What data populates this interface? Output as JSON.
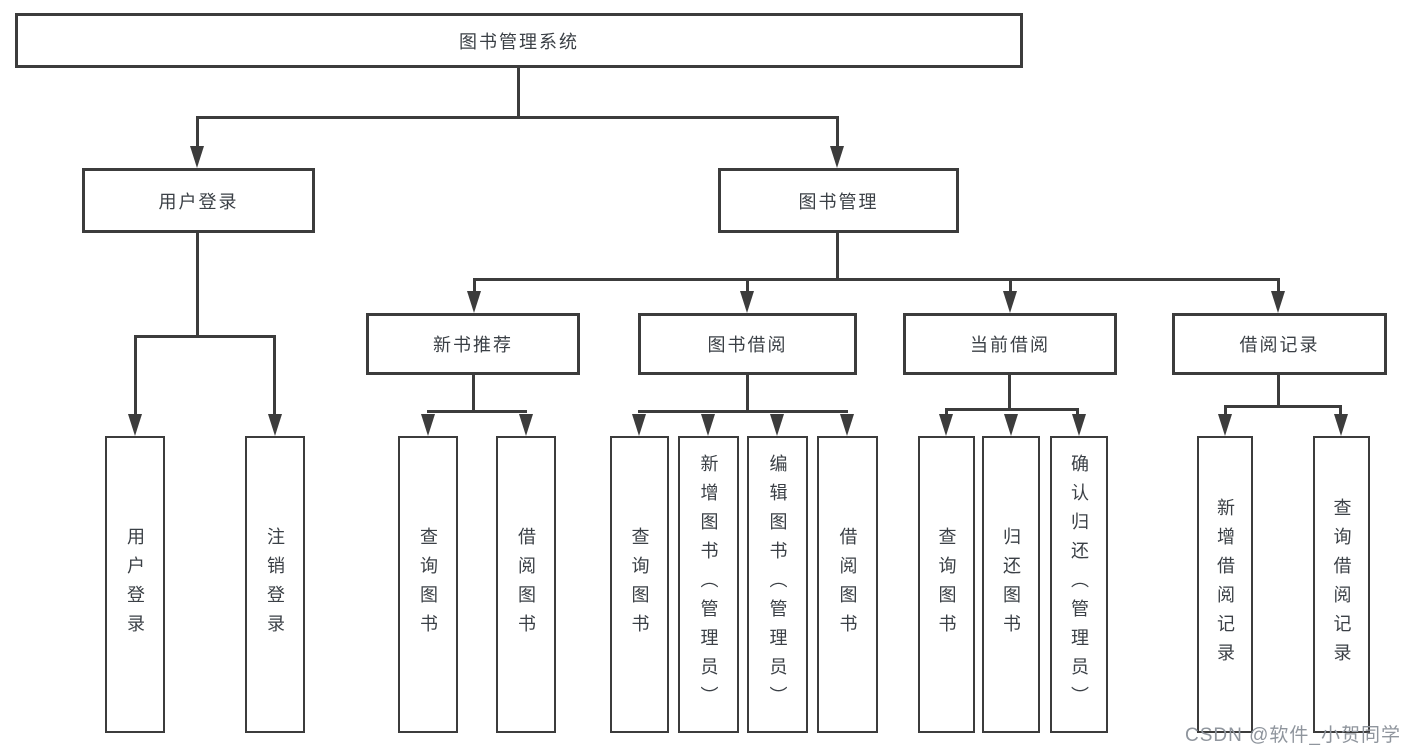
{
  "diagram": {
    "root": {
      "label": "图书管理系统"
    },
    "branches": {
      "user_login": {
        "label": "用户登录",
        "children": [
          {
            "label": "用户登录"
          },
          {
            "label": "注销登录"
          }
        ]
      },
      "book_mgmt": {
        "label": "图书管理",
        "sections": [
          {
            "label": "新书推荐",
            "children": [
              {
                "label": "查询图书"
              },
              {
                "label": "借阅图书"
              }
            ]
          },
          {
            "label": "图书借阅",
            "children": [
              {
                "label": "查询图书"
              },
              {
                "label": "新增图书（管理员）"
              },
              {
                "label": "编辑图书（管理员）"
              },
              {
                "label": "借阅图书"
              }
            ]
          },
          {
            "label": "当前借阅",
            "children": [
              {
                "label": "查询图书"
              },
              {
                "label": "归还图书"
              },
              {
                "label": "确认归还（管理员）"
              }
            ]
          },
          {
            "label": "借阅记录",
            "children": [
              {
                "label": "新增借阅记录"
              },
              {
                "label": "查询借阅记录"
              }
            ]
          }
        ]
      }
    },
    "watermark": "CSDN @软件_小贺同学",
    "colors": {
      "line": "#3c3c3c",
      "box_border": "#3c3c3c",
      "text": "#3b4046",
      "watermark": "#8f959d",
      "background": "#ffffff"
    }
  }
}
